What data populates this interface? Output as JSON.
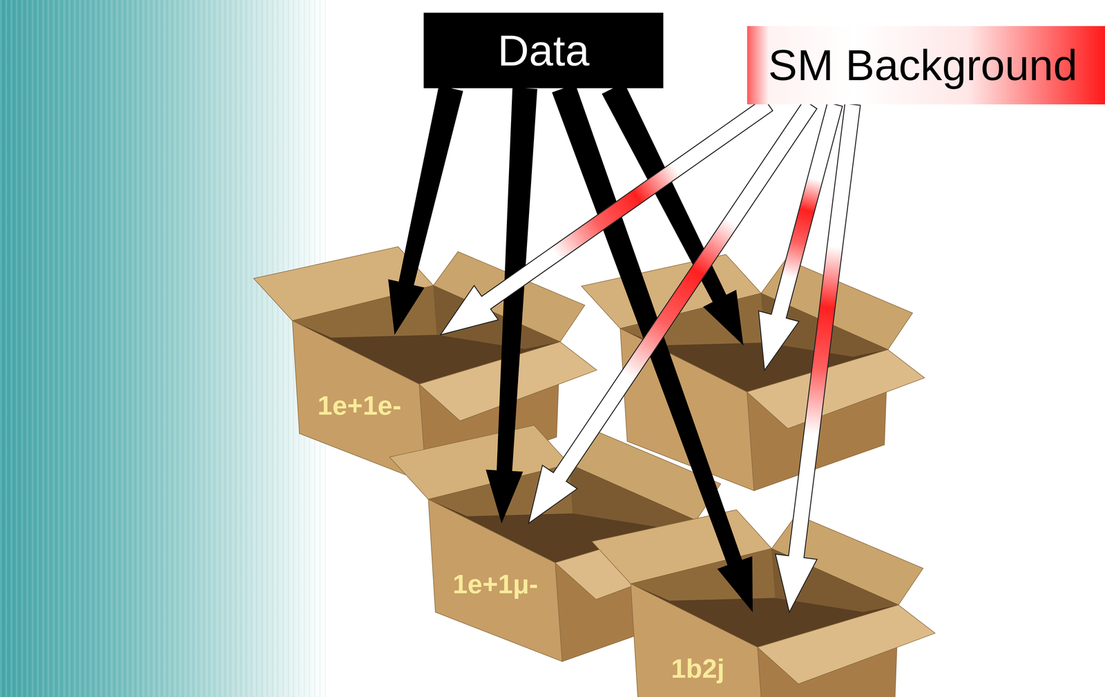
{
  "diagram": {
    "nodes": [
      {
        "text": [
          "Data"
        ]
      },
      {
        "text": [
          "SM Background"
        ]
      },
      {
        "text": [
          "1e+1e-"
        ]
      },
      {
        "text": [
          "1e+1μ-"
        ]
      },
      {
        "text": [
          "1b2j"
        ]
      }
    ],
    "edges": [
      {
        "from": 0,
        "to": 2,
        "arrow": "to"
      },
      {
        "from": 0,
        "to": 3,
        "arrow": "to"
      },
      {
        "from": 0,
        "to": 4,
        "arrow": "to"
      },
      {
        "from": 1,
        "to": 2,
        "arrow": "to"
      },
      {
        "from": 1,
        "to": 3,
        "arrow": "to"
      },
      {
        "from": 1,
        "to": 4,
        "arrow": "to"
      }
    ]
  }
}
